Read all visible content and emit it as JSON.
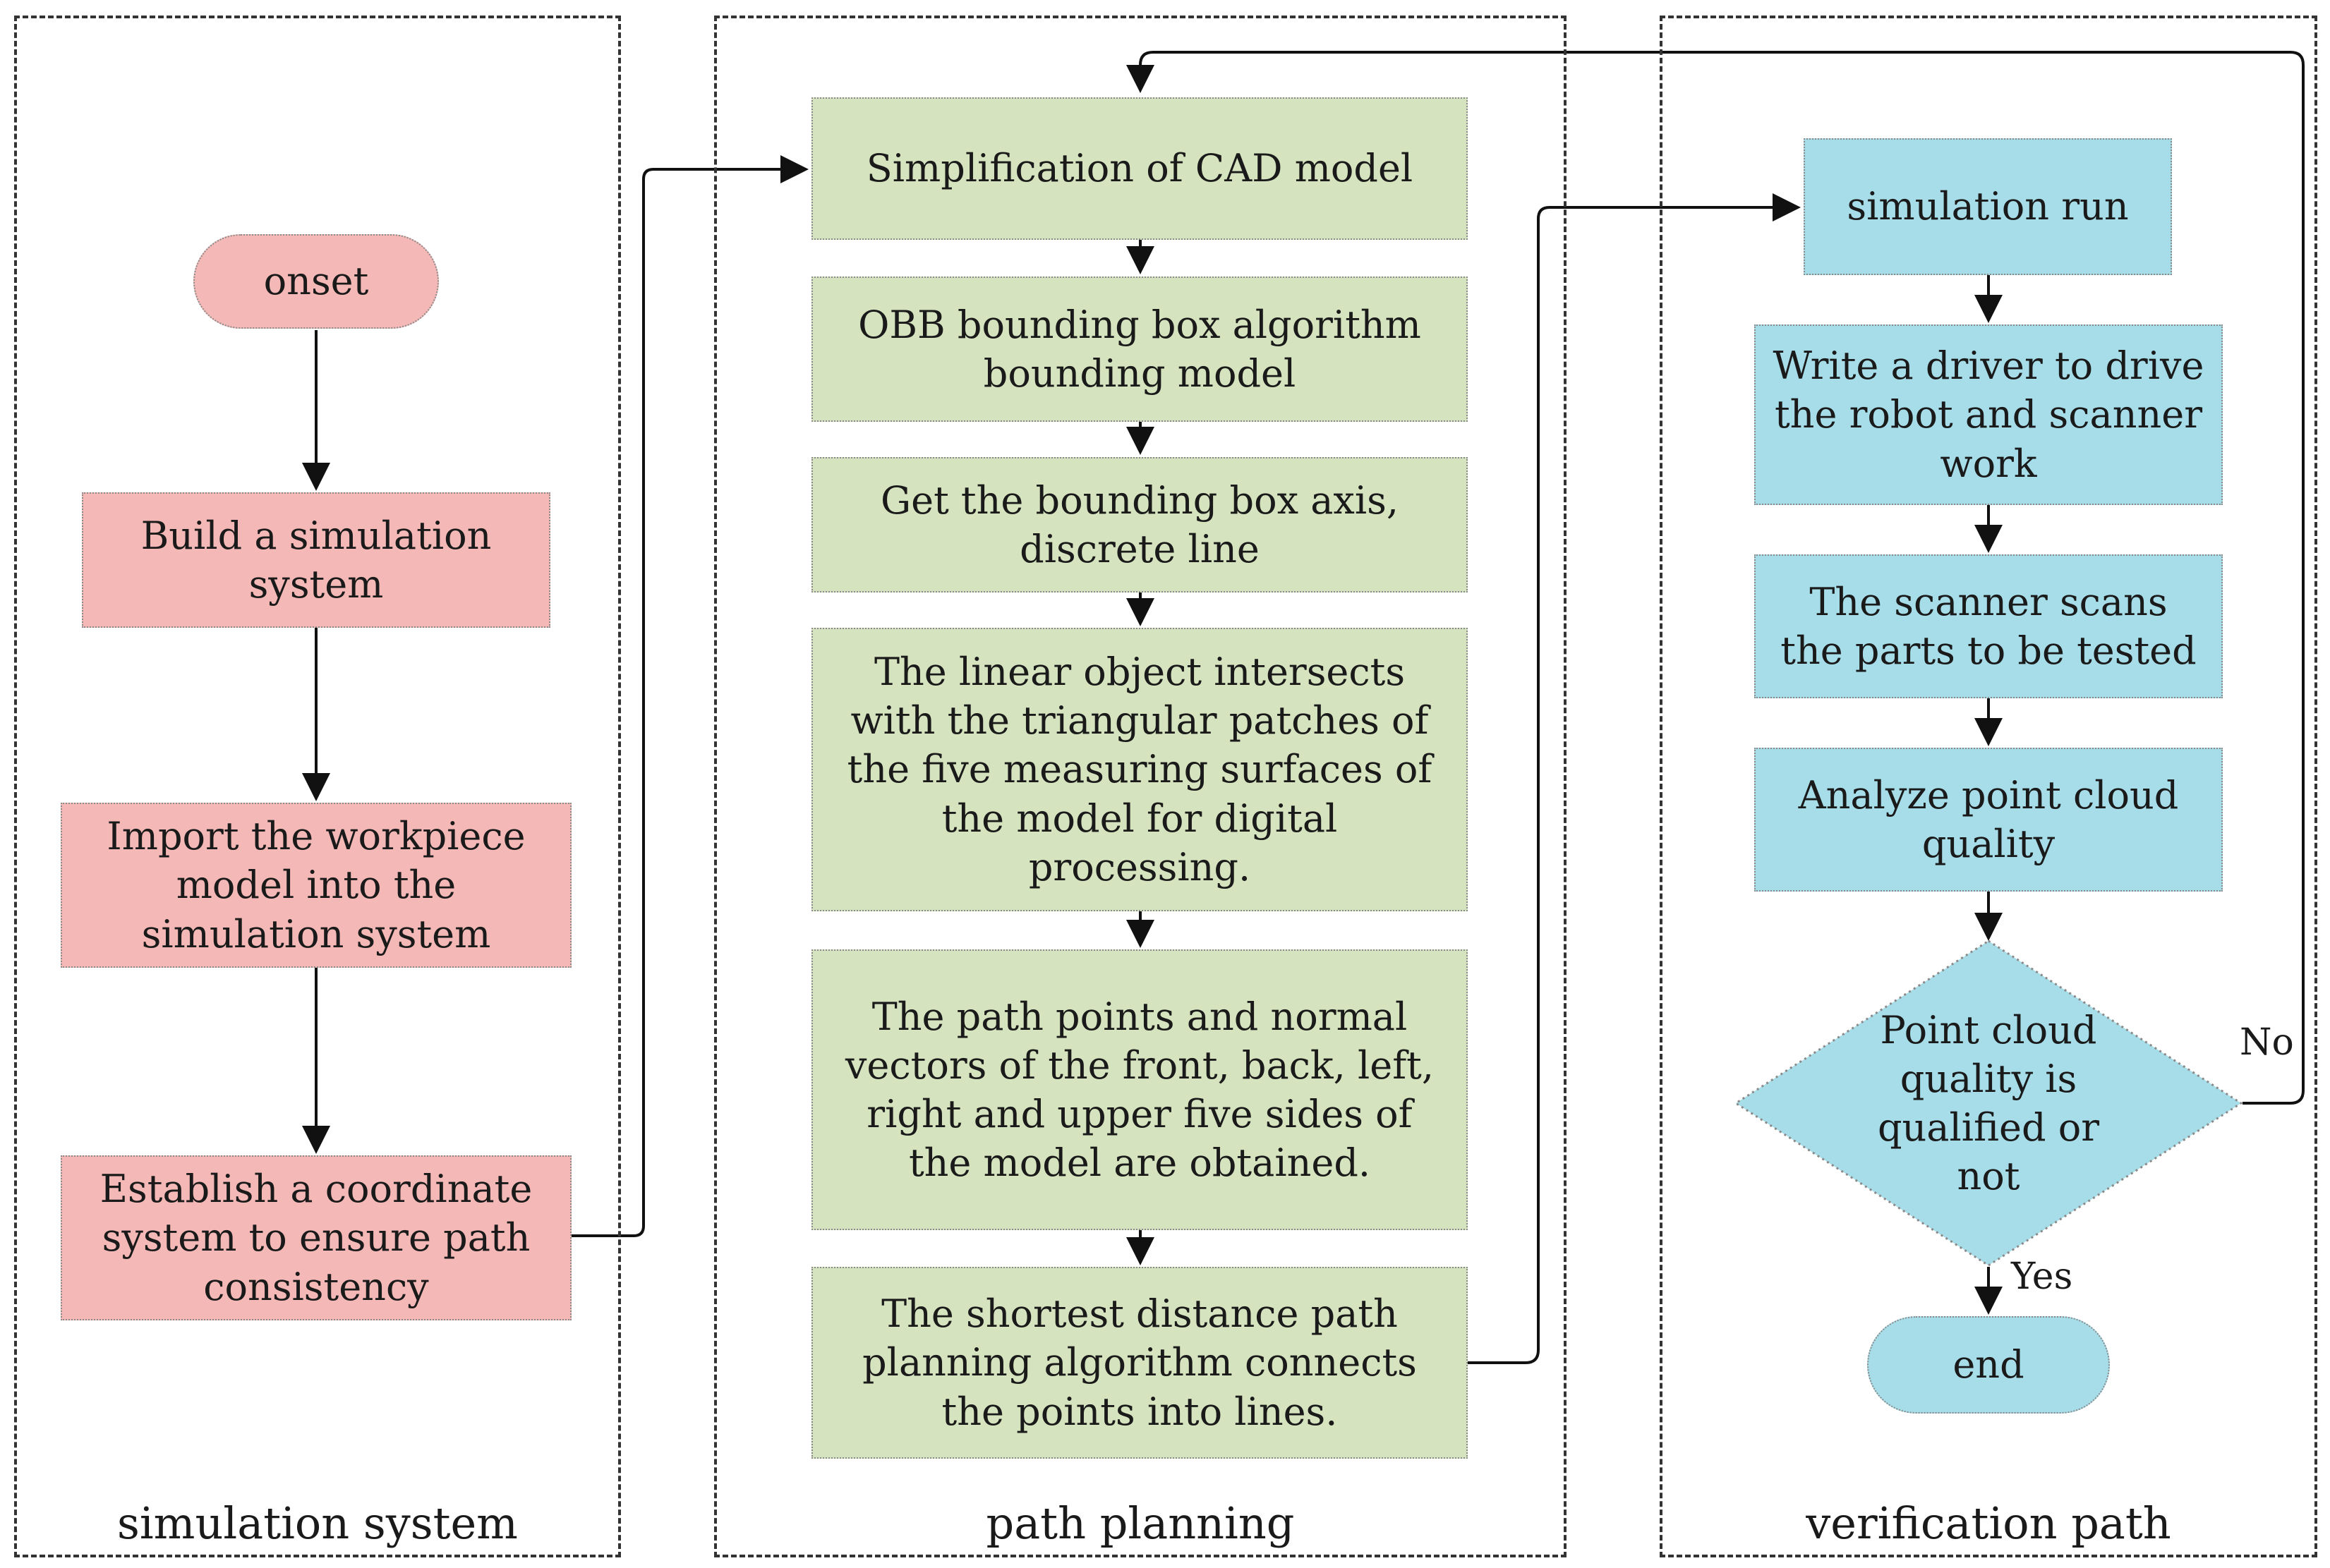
{
  "panels": {
    "simulation": {
      "title": "simulation system"
    },
    "planning": {
      "title": "path planning"
    },
    "verification": {
      "title": "verification path"
    }
  },
  "simulation_nodes": {
    "onset": "onset",
    "build": "Build a simulation system",
    "import": "Import the workpiece model into the simulation system",
    "establish": "Establish a coordinate system to ensure path consistency"
  },
  "planning_nodes": {
    "simplify": "Simplification of CAD model",
    "obb": "OBB bounding box algorithm bounding model",
    "axis": "Get the bounding box axis, discrete line",
    "intersect": "The linear object intersects with the triangular patches of the five measuring surfaces of the model for digital processing.",
    "points": "The path points and normal vectors of the front, back, left, right and upper five sides of the model are obtained.",
    "shortest": "The shortest distance path planning algorithm connects the points into lines."
  },
  "verification_nodes": {
    "run": "simulation run",
    "driver": "Write a driver to drive the robot and scanner work",
    "scan": "The scanner scans the parts to be tested",
    "analyze": "Analyze point cloud quality",
    "decision": "Point cloud quality is qualified or not",
    "end": "end"
  },
  "edge_labels": {
    "no": "No",
    "yes": "Yes"
  },
  "colors": {
    "simulation_fill": "#f4b9b7",
    "planning_fill": "#d5e3bf",
    "verification_fill": "#a6dde9"
  }
}
